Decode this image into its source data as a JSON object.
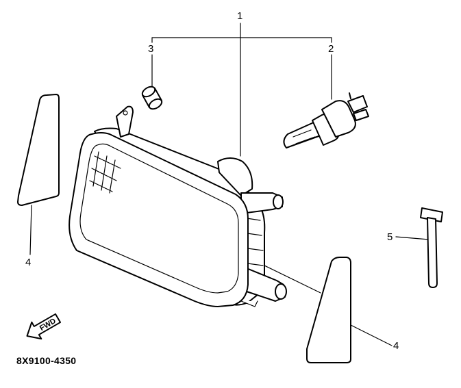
{
  "callouts": {
    "part1": "1",
    "part2": "2",
    "part3": "3",
    "part4_left": "4",
    "part4_right": "4",
    "part5": "5"
  },
  "direction_label": "FWD",
  "diagram_code": "8X9100-4350"
}
